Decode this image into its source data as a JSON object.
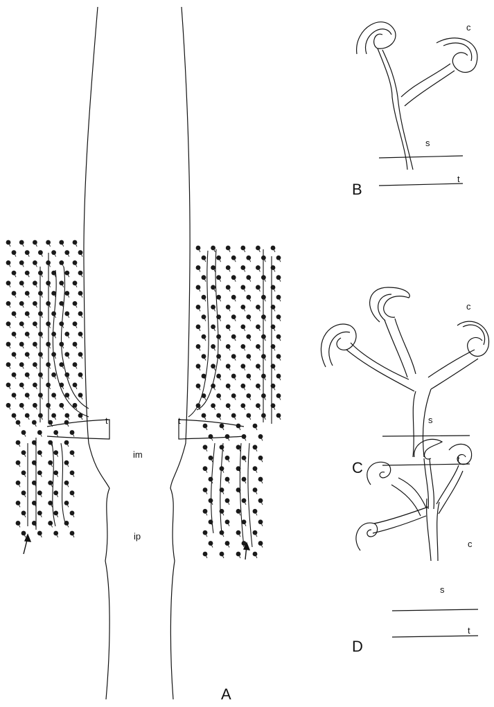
{
  "figure": {
    "panel_labels": {
      "a": "A",
      "b": "B",
      "c": "C",
      "d": "D"
    },
    "labels": {
      "t": "t",
      "im": "im",
      "ip": "ip",
      "c": "c",
      "s": "s"
    },
    "colors": {
      "ink": "#111111",
      "bead": "#1a1a1a",
      "paper": "#ffffff"
    }
  }
}
